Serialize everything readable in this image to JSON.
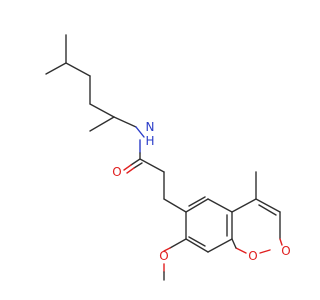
{
  "molecule": {
    "atoms": [
      {
        "label": "N",
        "color": "#2a3cc8"
      },
      {
        "label": "H",
        "color": "#2a3cc8"
      },
      {
        "label": "O",
        "color": "#e02020"
      },
      {
        "label": "O",
        "color": "#e02020"
      },
      {
        "label": "O",
        "color": "#e02020"
      },
      {
        "label": "O",
        "color": "#e02020"
      }
    ],
    "bond_color": "#303030"
  }
}
